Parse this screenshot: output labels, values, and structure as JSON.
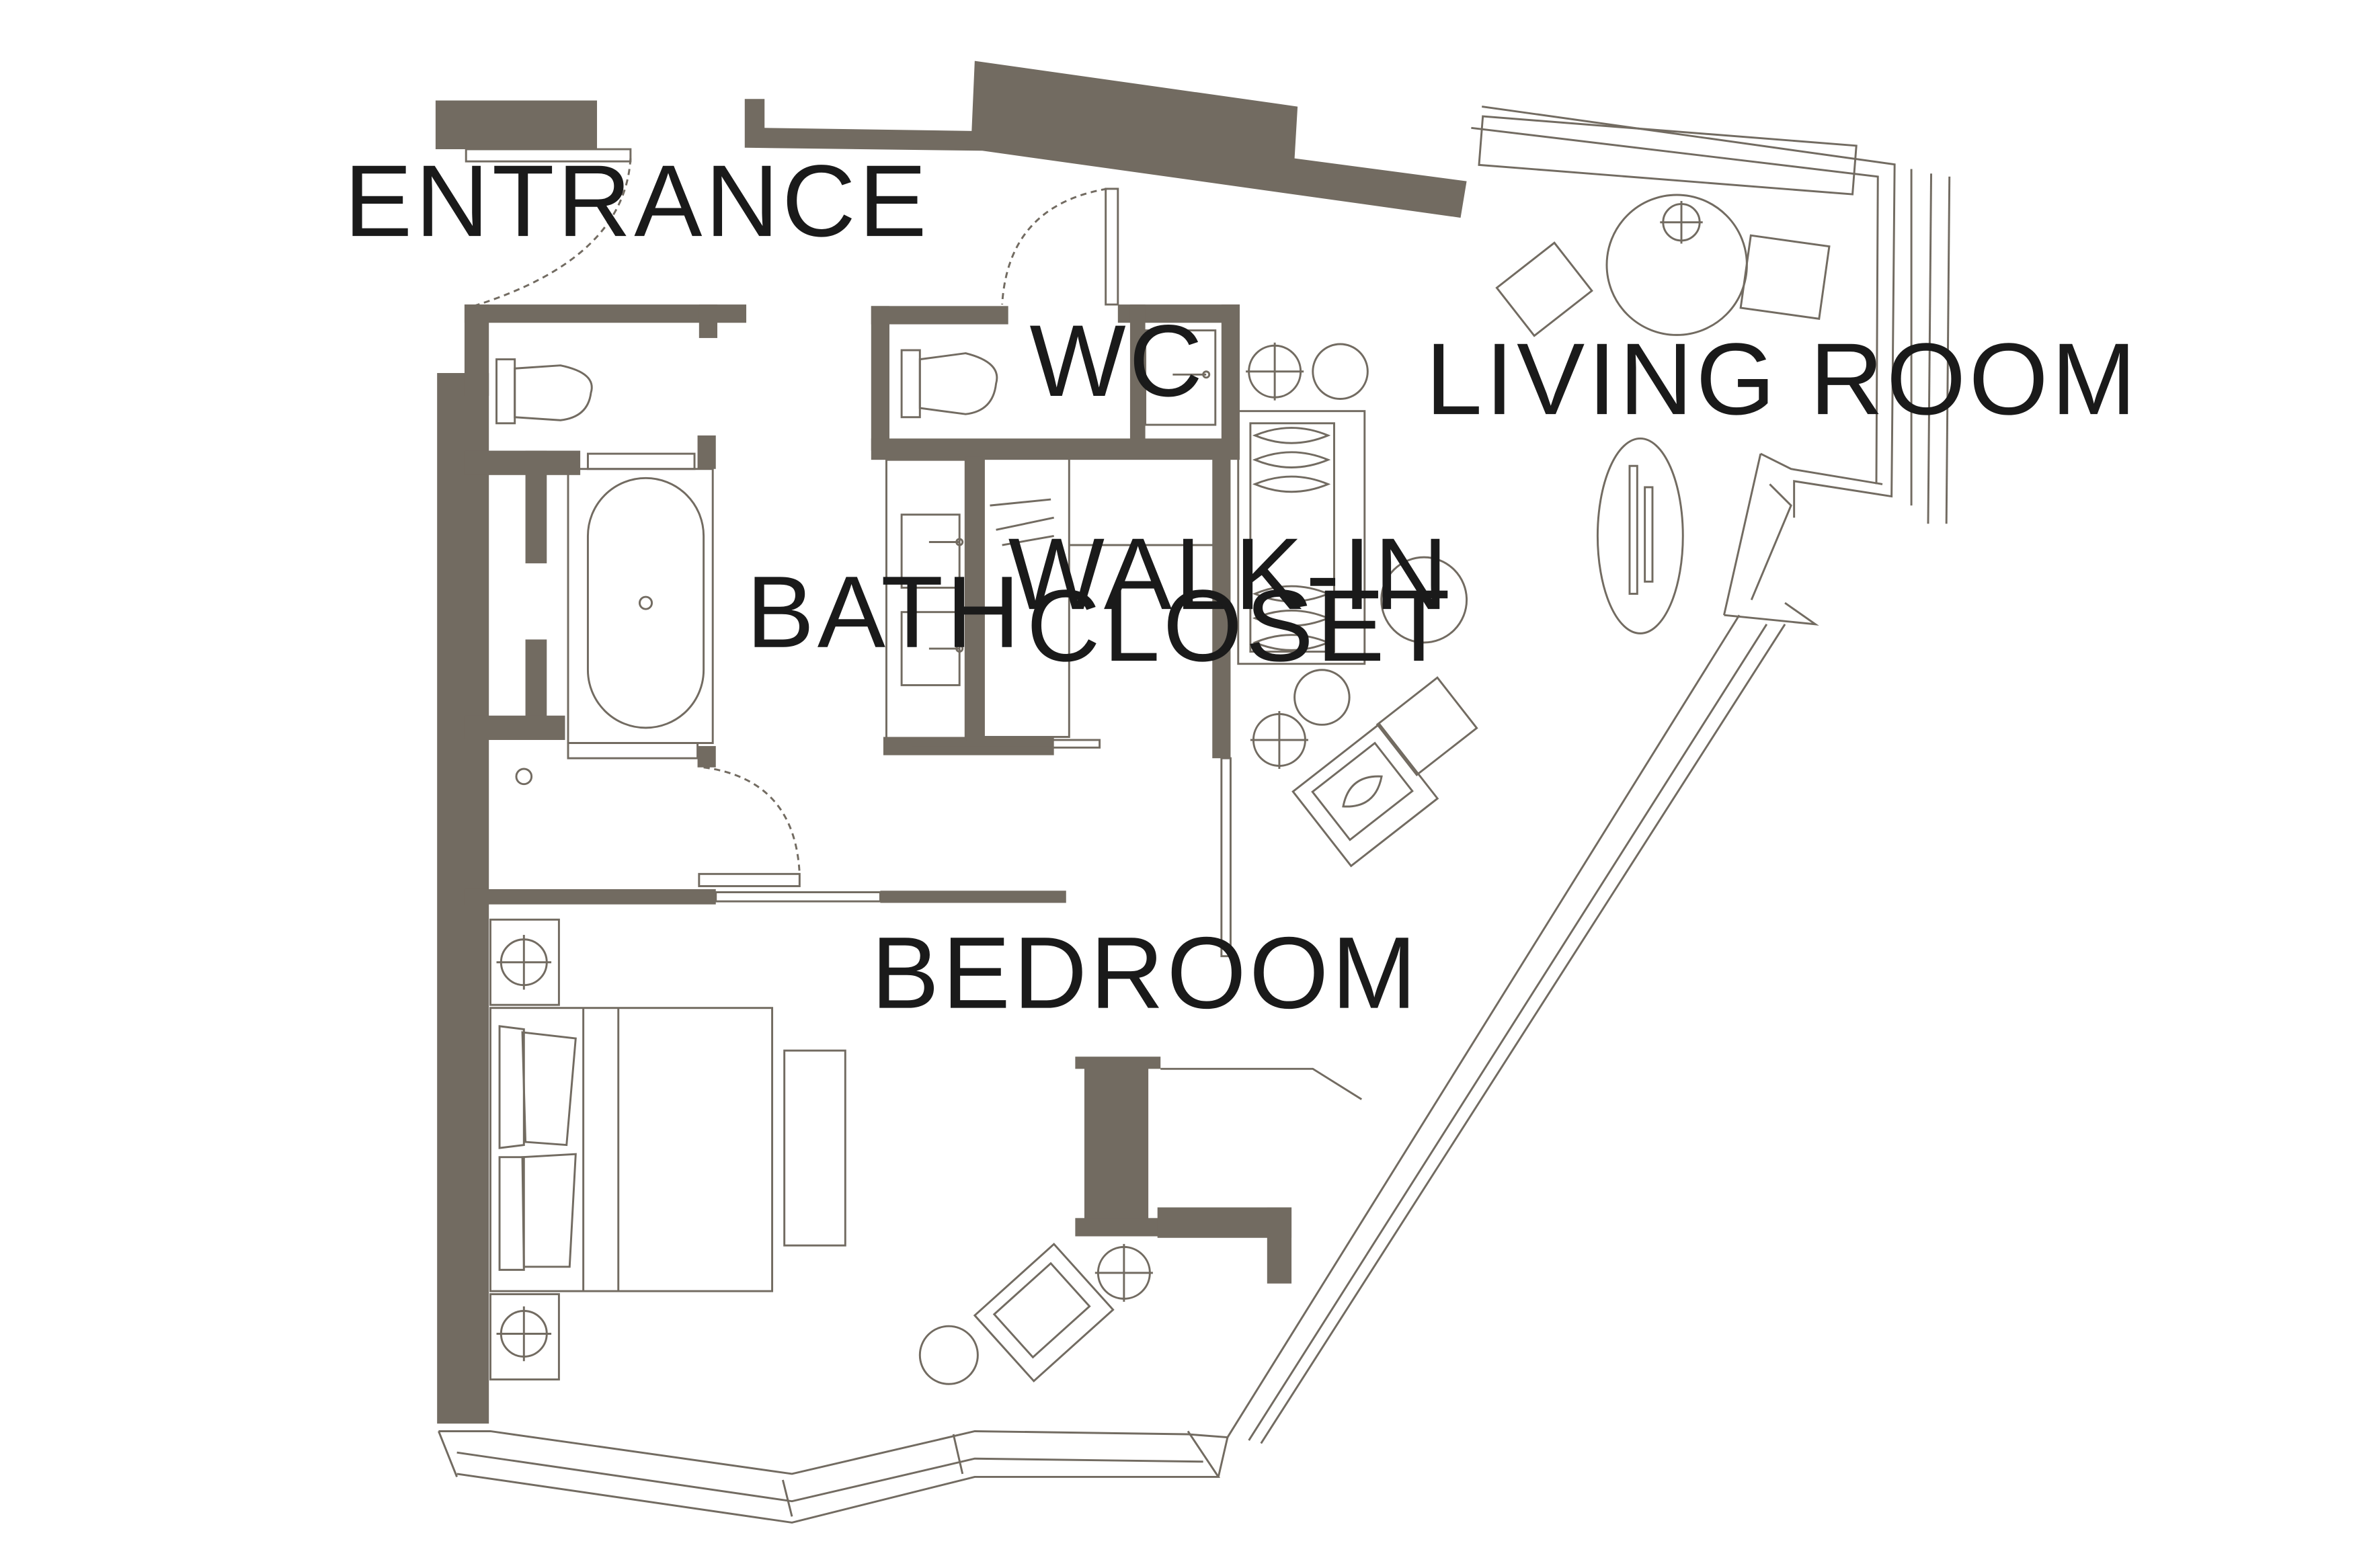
{
  "colors": {
    "wall": "#726b61",
    "line": "#726b61",
    "background": "#ffffff",
    "text": "#1a1a1a"
  },
  "rooms": {
    "entrance": "ENTRANCE",
    "wc": "WC",
    "living_room": "LIVING ROOM",
    "bath": "BATH",
    "walk_in_closet_line1": "WALK-IN",
    "walk_in_closet_line2": "CLOSET",
    "bedroom": "BEDROOM"
  },
  "icons": {
    "toilet": "toilet-icon",
    "bathtub": "bathtub-icon",
    "sink": "sink-icon",
    "bed": "bed-icon",
    "lamp": "lamp-icon",
    "armchair": "armchair-icon",
    "sofa": "sofa-icon",
    "side_table": "side-table-icon",
    "coffee_table": "coffee-table-icon",
    "door": "door-swing-icon"
  }
}
